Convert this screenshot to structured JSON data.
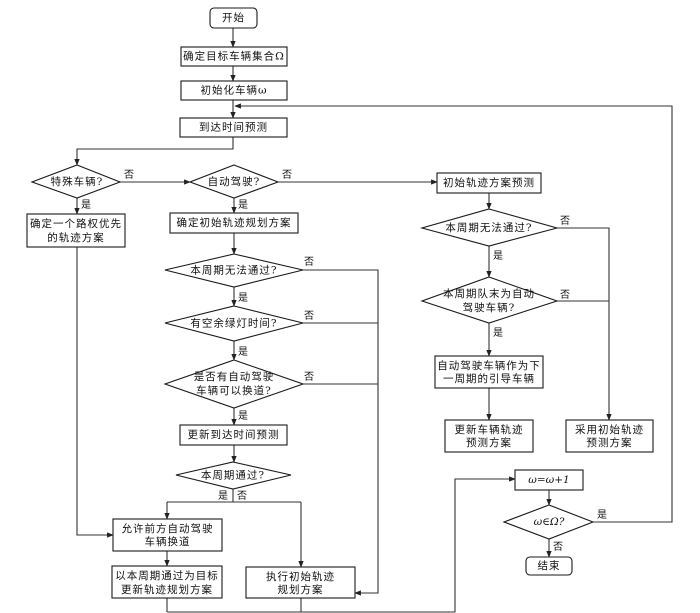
{
  "nodes": {
    "start": {
      "label": "开始"
    },
    "determine_set": {
      "label": "确定目标车辆集合Ω"
    },
    "init_vehicle": {
      "label": "初始化车辆ω"
    },
    "arrival_prediction": {
      "label": "到达时间预测"
    },
    "special_vehicle": {
      "label": "特殊车辆?"
    },
    "priority_plan": {
      "lines": [
        "确定一个路权优先",
        "的轨迹方案"
      ]
    },
    "autonomous": {
      "label": "自动驾驶?"
    },
    "initial_plan": {
      "label": "确定初始轨迹规划方案"
    },
    "cannot_pass_a": {
      "label": "本周期无法通过?"
    },
    "spare_green": {
      "label": "有空余绿灯时间?"
    },
    "lane_change_q": {
      "lines": [
        "是否有自动驾驶",
        "车辆可以换道?"
      ]
    },
    "update_arrival": {
      "label": "更新到达时间预测"
    },
    "pass_q": {
      "label": "本周期通过?"
    },
    "allow_lane_change": {
      "lines": [
        "允许前方自动驾驶",
        "车辆换道"
      ]
    },
    "update_plan_target": {
      "lines": [
        "以本周期通过为目标",
        "更新轨迹规划方案"
      ]
    },
    "execute_initial": {
      "lines": [
        "执行初始轨迹",
        "规划方案"
      ]
    },
    "initial_prediction": {
      "label": "初始轨迹方案预测"
    },
    "cannot_pass_b": {
      "label": "本周期无法通过?"
    },
    "queue_tail_q": {
      "lines": [
        "本周期队末为自动",
        "驾驶车辆?"
      ]
    },
    "leader": {
      "lines": [
        "自动驾驶车辆作为下",
        "一周期的引导车辆"
      ]
    },
    "update_vehicle_pred": {
      "lines": [
        "更新车辆轨迹",
        "预测方案"
      ]
    },
    "adopt_initial_pred": {
      "lines": [
        "采用初始轨迹",
        "预测方案"
      ]
    },
    "increment": {
      "label": "ω=ω+1"
    },
    "in_set_q": {
      "label": "ω∈Ω?"
    },
    "end": {
      "label": "结束"
    }
  },
  "edge_labels": {
    "yes": "是",
    "no": "否"
  }
}
